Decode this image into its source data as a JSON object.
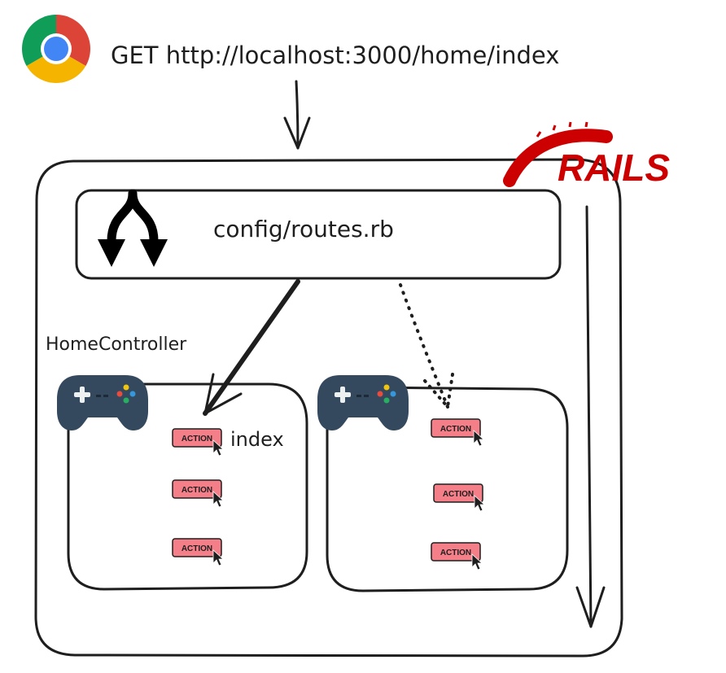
{
  "request": {
    "method_url": "GET http://localhost:3000/home/index"
  },
  "rails_logo": {
    "text": "RAILS",
    "color": "#cc0000"
  },
  "routes": {
    "label": "config/routes.rb"
  },
  "controllers": [
    {
      "label": "HomeController",
      "actions": [
        "ACTION",
        "ACTION",
        "ACTION"
      ],
      "highlighted_action_label": "index"
    },
    {
      "label": "",
      "actions": [
        "ACTION",
        "ACTION",
        "ACTION"
      ]
    }
  ],
  "colors": {
    "ink": "#1e1e1e",
    "action_fill": "#f47f89",
    "gamepad": "#34495e",
    "chrome_red": "#db4437",
    "chrome_yellow": "#f4b400",
    "chrome_green": "#0f9d58",
    "chrome_blue": "#4285f4"
  }
}
